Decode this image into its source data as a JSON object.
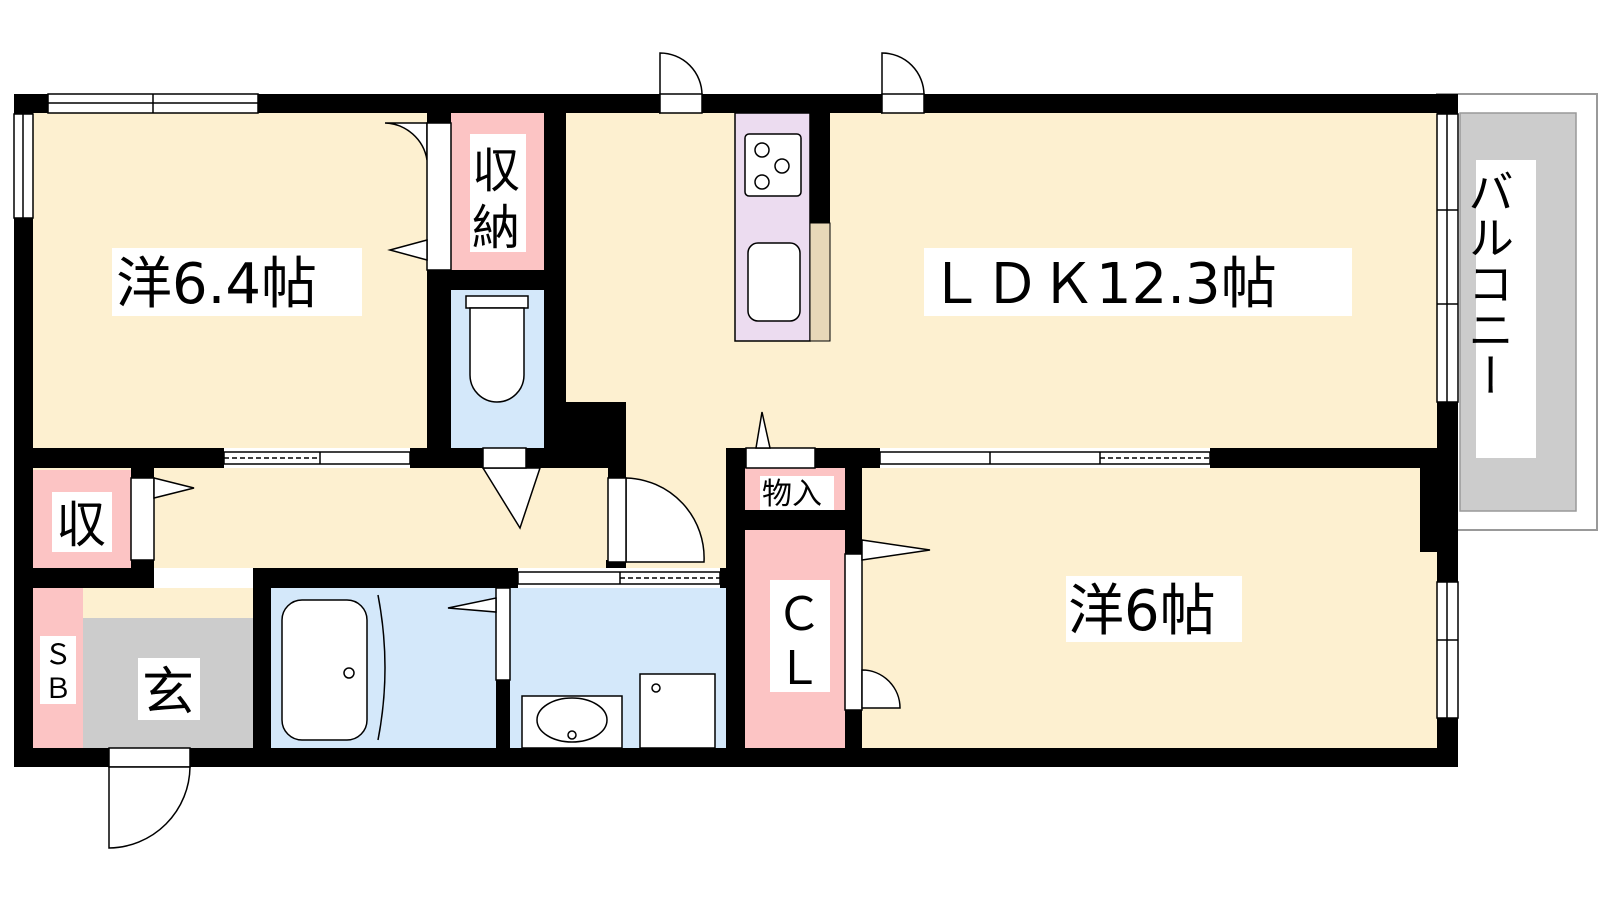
{
  "rooms": {
    "western_1": {
      "label": "洋6.4帖"
    },
    "storage_1": {
      "label_line1": "収",
      "label_line2": "納"
    },
    "ldk": {
      "label": "ＬＤＫ12.3帖"
    },
    "balcony": {
      "label": "バルコニー"
    },
    "storage_2": {
      "label": "収"
    },
    "storeroom": {
      "label": "物入"
    },
    "closet": {
      "label_line1": "Ｃ",
      "label_line2": "Ｌ"
    },
    "western_2": {
      "label": "洋6帖"
    },
    "shoe_box": {
      "label_line1": "Ｓ",
      "label_line2": "Ｂ"
    },
    "entrance": {
      "label": "玄"
    }
  },
  "colors": {
    "room_floor": "#fdf0d0",
    "storage": "#fcc4c4",
    "wet_area": "#d4e8fa",
    "entrance_floor": "#cccccc",
    "kitchen": "#ecdcf0",
    "wall": "#000000"
  }
}
